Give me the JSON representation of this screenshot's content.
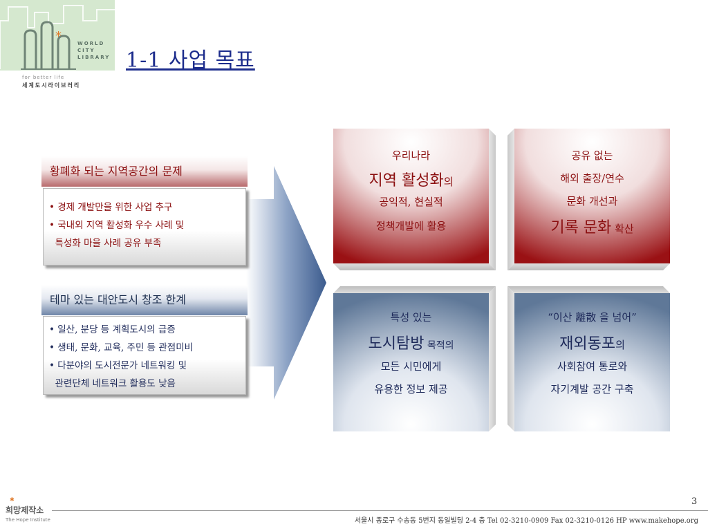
{
  "logo": {
    "word_lines": [
      "WORLD",
      "CITY",
      "LIBRARY"
    ],
    "tagline": "for better life",
    "korean": "세계도시라이브러리"
  },
  "title": "1-1 사업 목표",
  "left": {
    "panel1": {
      "header": "황폐화 되는 지역공간의 문제",
      "bullets": [
        "• 경제 개발만을 위한 사업 추구",
        "• 국내외 지역 활성화 우수 사례 및",
        "  특성화 마을 사례 공유 부족"
      ]
    },
    "panel2": {
      "header": "테마 있는 대안도시 창조 한계",
      "bullets": [
        "• 일산, 분당 등 계획도시의 급증",
        "• 생태, 문화, 교육, 주민 등 관점미비",
        "• 다분야의 도시전문가 네트워킹 및",
        "  관련단체 네트워크 활용도 낮음"
      ]
    }
  },
  "cards": {
    "top_left": {
      "l1": "우리나라",
      "l2_big": "지역 활성화",
      "l2_small": "의",
      "l3": "공익적, 현실적",
      "l4": "정책개발에 활용"
    },
    "top_right": {
      "l1": "공유 없는",
      "l2": "해외 출장/연수",
      "l3": "문화 개선과",
      "l4_big": "기록 문화",
      "l4_small": " 확산"
    },
    "bottom_left": {
      "l1": "특성 있는",
      "l2_big": "도시탐방",
      "l2_small": " 목적의",
      "l3": "모든 시민에게",
      "l4": "유용한 정보 제공"
    },
    "bottom_right": {
      "l1": "“이산 離散 을 넘어”",
      "l2_big": "재외동포",
      "l2_small": "의",
      "l3": "사회참여 통로와",
      "l4": "자기계발 공간 구축"
    }
  },
  "footer": {
    "page_number": "3",
    "brand_korean": "희망제작소",
    "brand_english": "The Hope Institute",
    "address": "서울시 종로구 수송동 5번지 동일빌딩 2-4 층 Tel 02-3210-0909 Fax 02-3210-0126 HP www.makehope.org"
  },
  "colors": {
    "title": "#1c2c8c",
    "red_accent": "#8b0f10",
    "blue_accent": "#1e2a5a",
    "logo_bg": "#d5e8cf"
  }
}
